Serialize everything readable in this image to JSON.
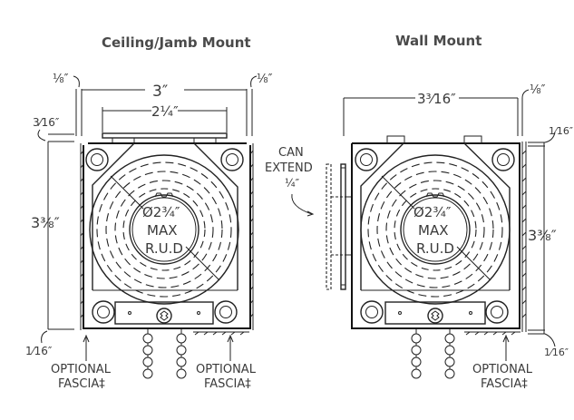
{
  "titles": {
    "left": "Ceiling/Jamb Mount",
    "right": "Wall Mount"
  },
  "ceiling_mount": {
    "overall_width": "3″",
    "bracket_width": "2¼″",
    "side_clearance_left": "⅛″",
    "side_clearance_right": "⅛″",
    "top_offset": "3⁄16″",
    "height": "3⅜″",
    "bottom_offset": "1⁄16″",
    "roll_label": [
      "Ø2¾″",
      "MAX",
      "R.U.D"
    ],
    "fascia_left": [
      "OPTIONAL",
      "FASCIA‡"
    ],
    "fascia_right": [
      "OPTIONAL",
      "FASCIA‡"
    ]
  },
  "wall_mount": {
    "overall_width": "3³⁄16″",
    "side_clearance_right": "⅛″",
    "top_offset": "1⁄16″",
    "height": "3⅜″",
    "bottom_offset": "1⁄16″",
    "extend_note": [
      "CAN",
      "EXTEND",
      "¼″"
    ],
    "roll_label": [
      "Ø2¾″",
      "MAX",
      "R.U.D"
    ],
    "fascia": [
      "OPTIONAL",
      "FASCIA‡"
    ]
  }
}
